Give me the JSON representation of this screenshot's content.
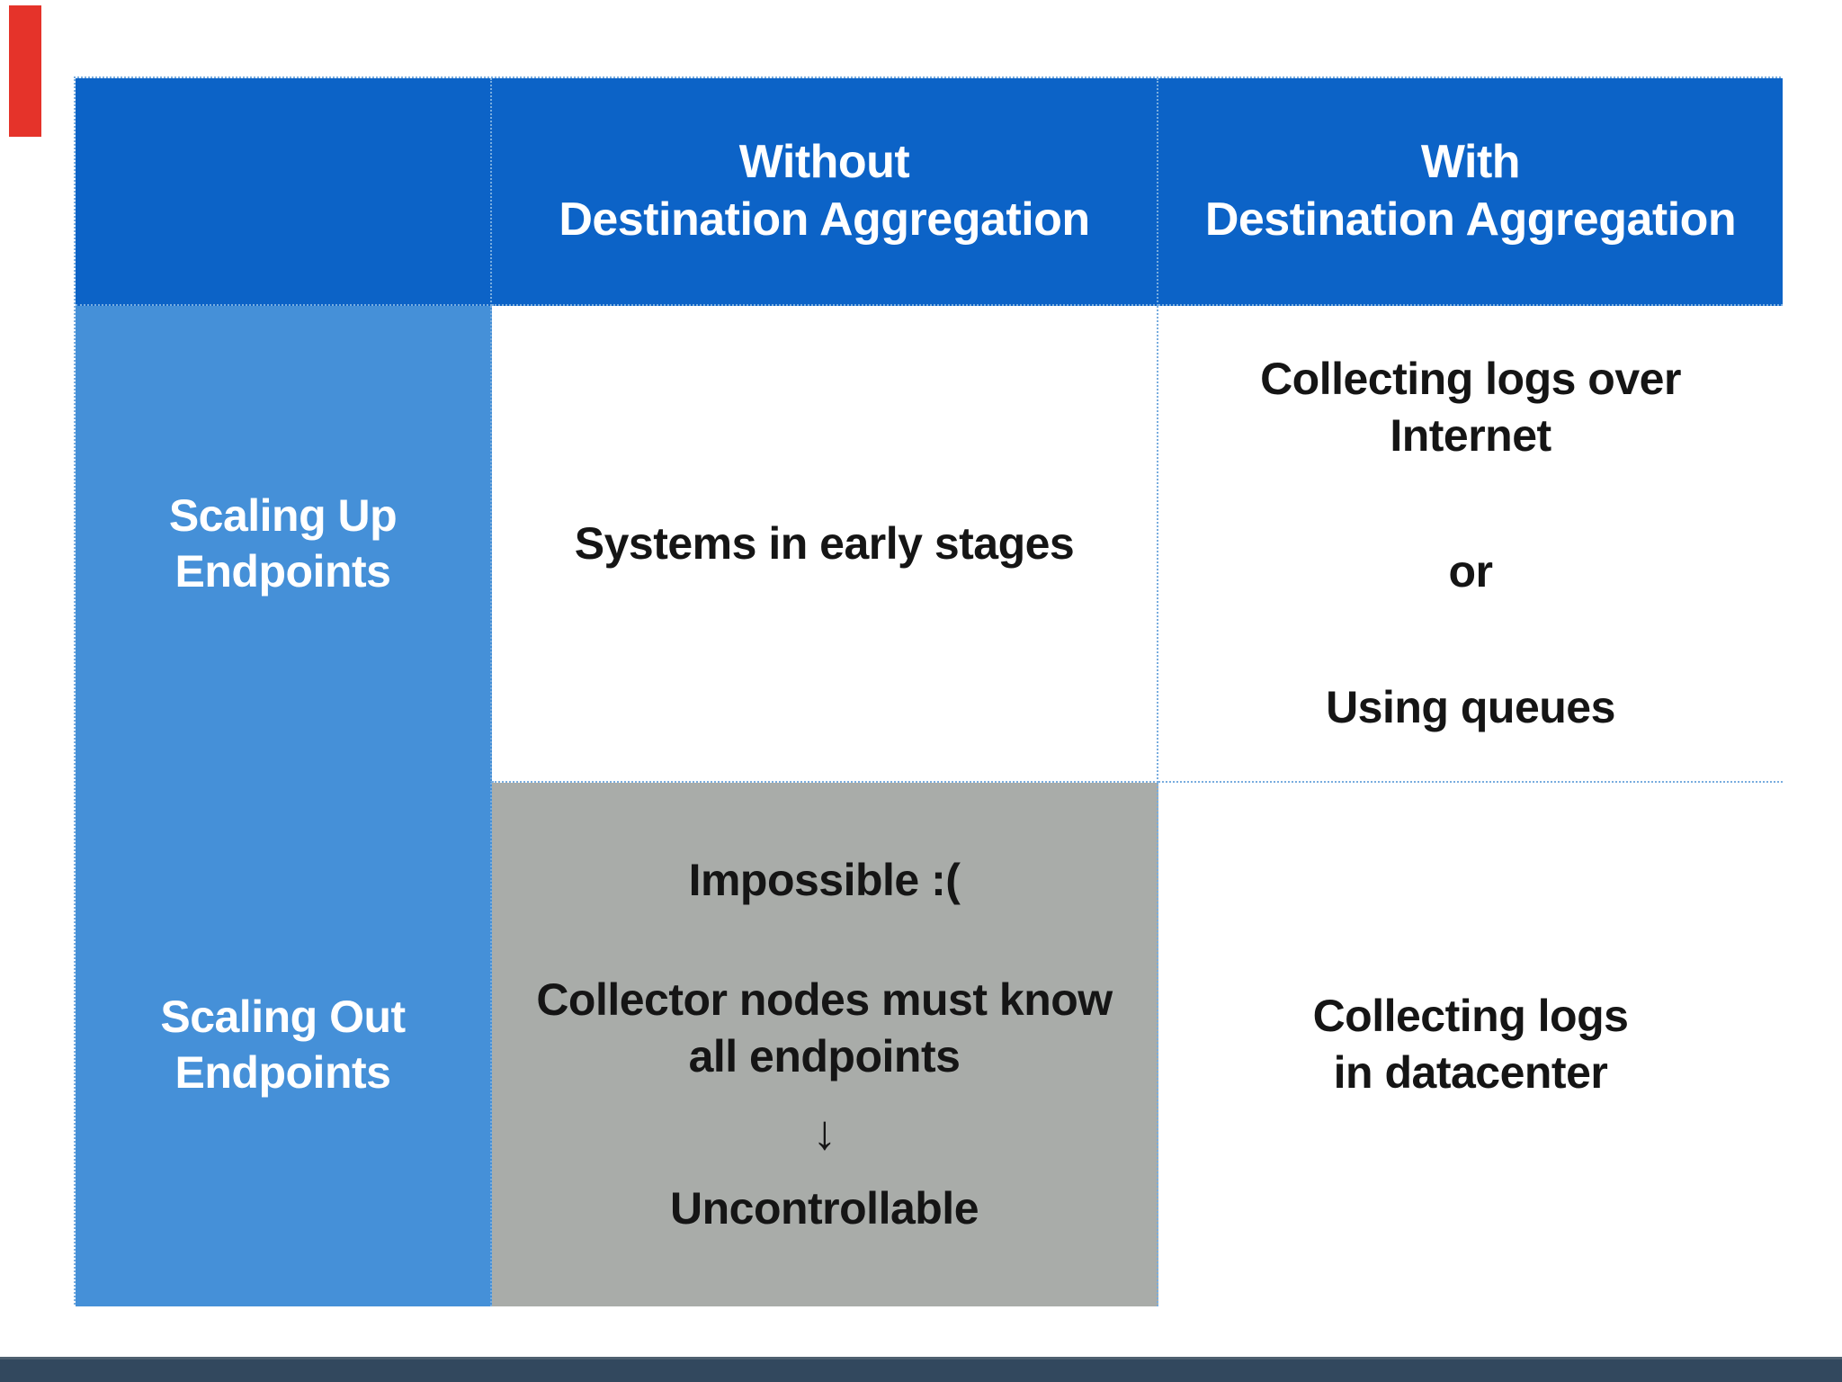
{
  "colors": {
    "header_blue": "#0c63c7",
    "row_label_blue": "#4590d8",
    "impossible_gray": "#a9aca9",
    "footer_navy": "#32485e",
    "accent_red": "#e5332a",
    "border_blue": "#79addf",
    "body_text": "#151515",
    "white_text": "#ffffff"
  },
  "matrix": {
    "corner": "",
    "col_headers": [
      {
        "line1": "Without",
        "line2": "Destination Aggregation"
      },
      {
        "line1": "With",
        "line2": "Destination Aggregation"
      }
    ],
    "row_headers": [
      {
        "line1": "Scaling Up",
        "line2": "Endpoints"
      },
      {
        "line1": "Scaling Out",
        "line2": "Endpoints"
      }
    ],
    "cells": {
      "scaling_up_without": "Systems in early stages",
      "scaling_up_with": {
        "option1_line1": "Collecting logs over",
        "option1_line2": "Internet",
        "conjunction": "or",
        "option2": "Using queues"
      },
      "scaling_out_without": {
        "status": "Impossible :(",
        "reason_line1": "Collector nodes must know",
        "reason_line2": "all endpoints",
        "arrow": "↓",
        "consequence": "Uncontrollable"
      },
      "scaling_out_with": {
        "line1": "Collecting logs",
        "line2": "in datacenter"
      }
    }
  }
}
